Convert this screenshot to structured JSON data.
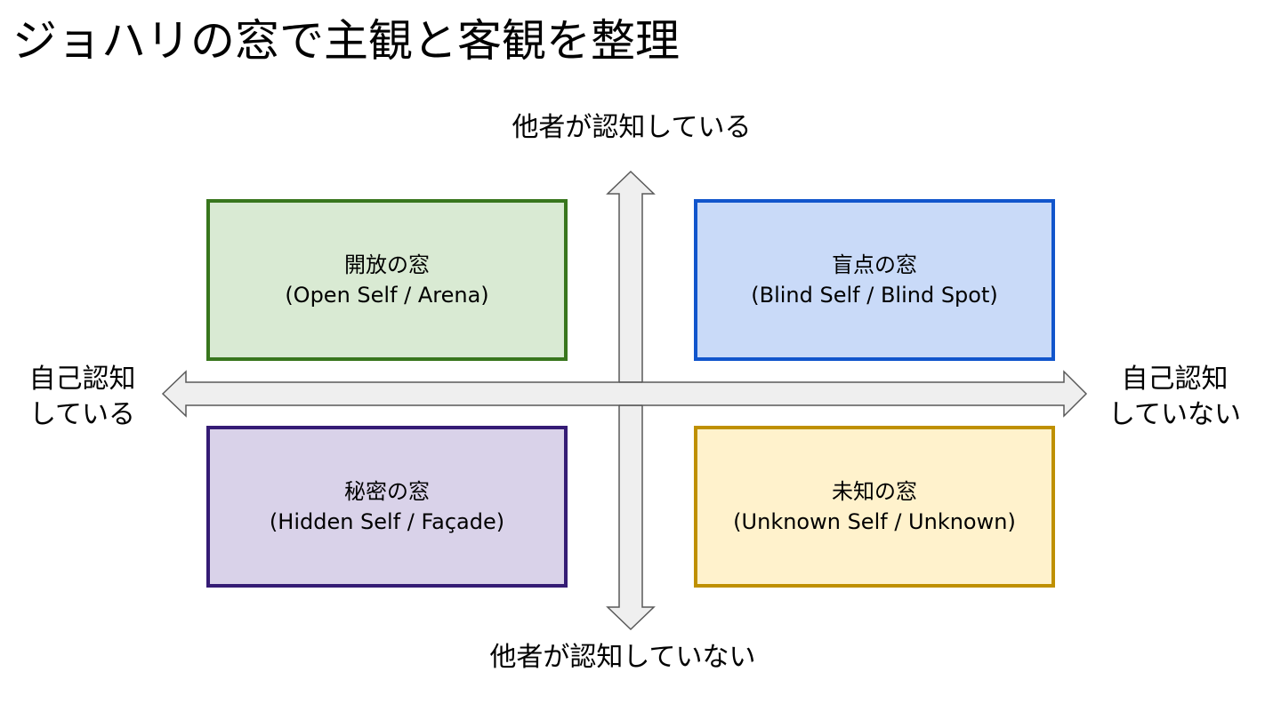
{
  "title": "ジョハリの窓で主観と客観を整理",
  "axes": {
    "top": "他者が認知している",
    "bottom": "他者が認知していない",
    "left_line1": "自己認知",
    "left_line2": "している",
    "right_line1": "自己認知",
    "right_line2": "していない"
  },
  "quadrants": {
    "open": {
      "name": "開放の窓",
      "subtitle": "(Open Self / Arena)",
      "fill": "#d9ead3",
      "border": "#38761d"
    },
    "blind": {
      "name": "盲点の窓",
      "subtitle": "(Blind Self / Blind Spot)",
      "fill": "#c9daf8",
      "border": "#1155cc"
    },
    "hidden": {
      "name": "秘密の窓",
      "subtitle": "(Hidden Self / Façade)",
      "fill": "#d9d2e9",
      "border": "#351c75"
    },
    "unknown": {
      "name": "未知の窓",
      "subtitle": "(Unknown Self / Unknown)",
      "fill": "#fff2cc",
      "border": "#bf9000"
    }
  },
  "arrow_colors": {
    "fill": "#efefef",
    "stroke": "#595959"
  }
}
